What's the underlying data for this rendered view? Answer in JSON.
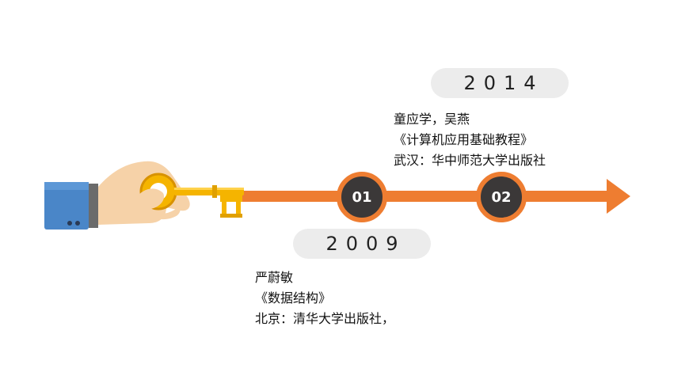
{
  "colors": {
    "arrow": "#ee7d31",
    "node_fill": "#3b3838",
    "pill_bg": "#ececec",
    "sleeve": "#4a86c8",
    "skin": "#f6d2a8",
    "key": "#f5b400"
  },
  "icons": [
    "hand-holding-key-icon"
  ],
  "timeline": {
    "nodes": [
      {
        "label": "01"
      },
      {
        "label": "02"
      }
    ],
    "milestones": [
      {
        "year": "2009",
        "author": "严蔚敏",
        "title": "《数据结构》",
        "publisher": "北京：清华大学出版社，"
      },
      {
        "year": "2014",
        "author": "童应学，吴燕",
        "title": "《计算机应用基础教程》",
        "publisher": "武汉：华中师范大学出版社"
      }
    ]
  }
}
